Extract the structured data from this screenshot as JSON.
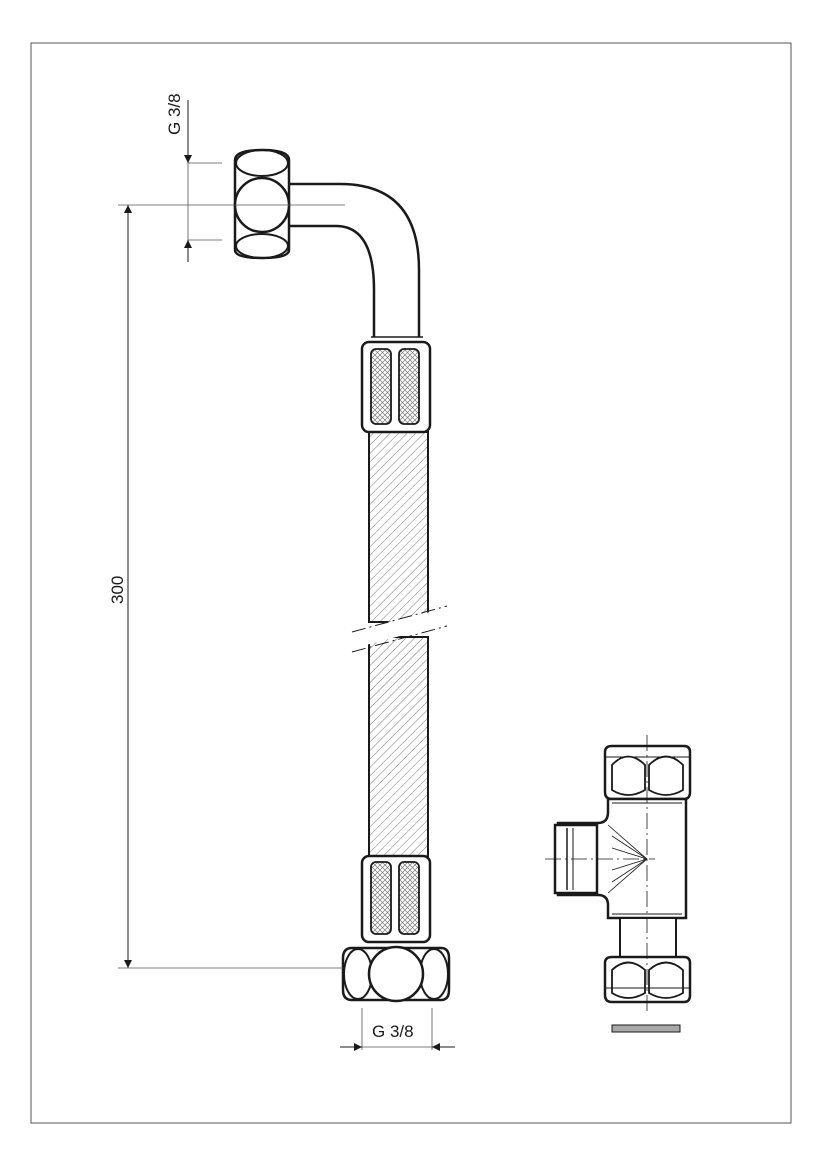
{
  "drawing": {
    "top_connector_label": "G 3/8",
    "bottom_connector_label": "G 3/8",
    "length_label": "300"
  },
  "colors": {
    "line": "#1a1a1a",
    "thin_line": "#555555",
    "hatch": "#7a7a7a",
    "gasket": "#a8a8a8"
  }
}
